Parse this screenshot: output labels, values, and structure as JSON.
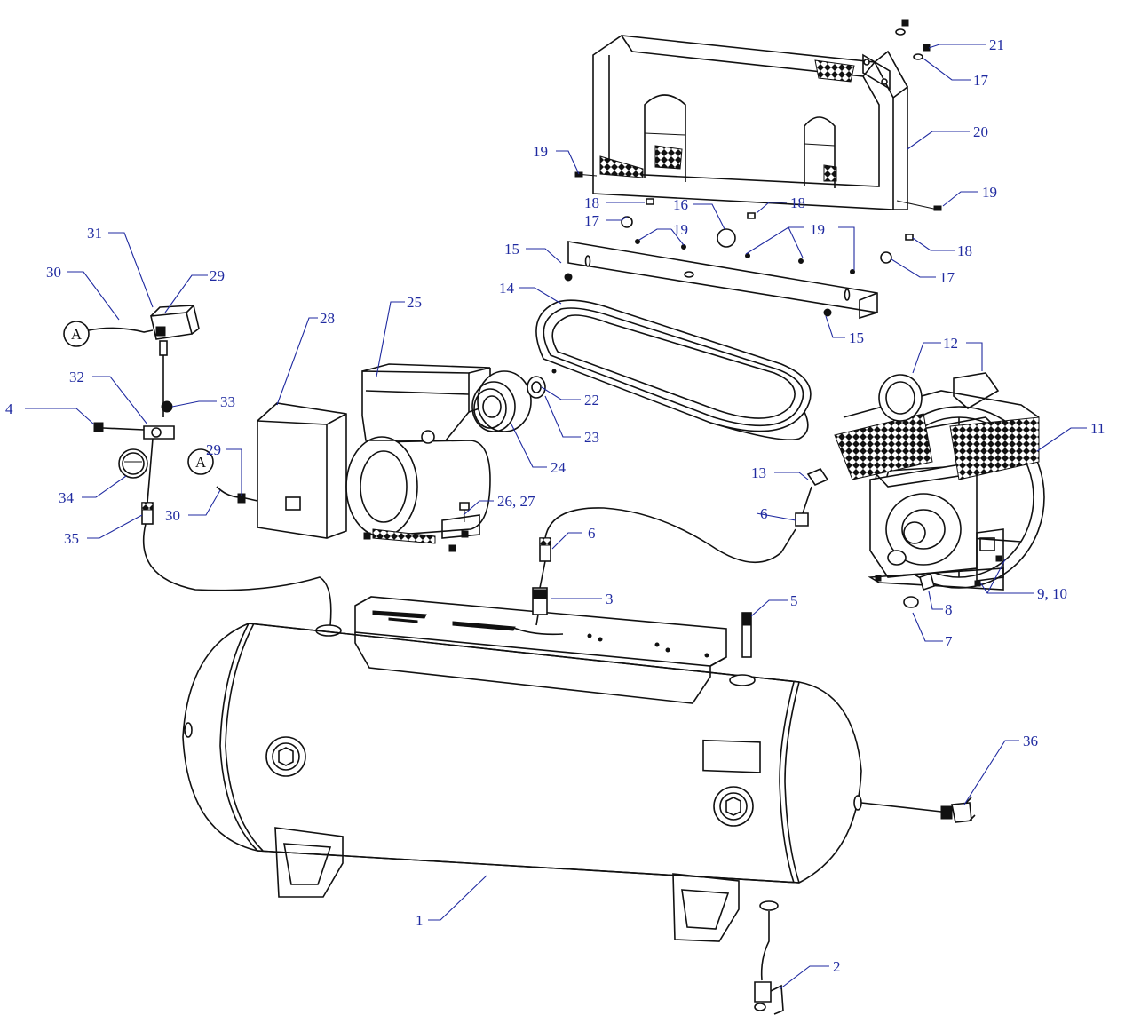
{
  "diagram": {
    "reference_marker": "A",
    "callouts": [
      {
        "id": "c1",
        "label": "1"
      },
      {
        "id": "c2",
        "label": "2"
      },
      {
        "id": "c3",
        "label": "3"
      },
      {
        "id": "c4",
        "label": "4"
      },
      {
        "id": "c5",
        "label": "5"
      },
      {
        "id": "c6a",
        "label": "6"
      },
      {
        "id": "c6b",
        "label": "6"
      },
      {
        "id": "c7",
        "label": "7"
      },
      {
        "id": "c8",
        "label": "8"
      },
      {
        "id": "c910",
        "label": "9, 10"
      },
      {
        "id": "c11",
        "label": "11"
      },
      {
        "id": "c12",
        "label": "12"
      },
      {
        "id": "c13",
        "label": "13"
      },
      {
        "id": "c14",
        "label": "14"
      },
      {
        "id": "c15a",
        "label": "15"
      },
      {
        "id": "c15b",
        "label": "15"
      },
      {
        "id": "c16",
        "label": "16"
      },
      {
        "id": "c17a",
        "label": "17"
      },
      {
        "id": "c17b",
        "label": "17"
      },
      {
        "id": "c17c",
        "label": "17"
      },
      {
        "id": "c18a",
        "label": "18"
      },
      {
        "id": "c18b",
        "label": "18"
      },
      {
        "id": "c18c",
        "label": "18"
      },
      {
        "id": "c19a",
        "label": "19"
      },
      {
        "id": "c19b",
        "label": "19"
      },
      {
        "id": "c19c",
        "label": "19"
      },
      {
        "id": "c19d",
        "label": "19"
      },
      {
        "id": "c20",
        "label": "20"
      },
      {
        "id": "c21",
        "label": "21"
      },
      {
        "id": "c22",
        "label": "22"
      },
      {
        "id": "c23",
        "label": "23"
      },
      {
        "id": "c24",
        "label": "24"
      },
      {
        "id": "c25",
        "label": "25"
      },
      {
        "id": "c2627",
        "label": "26, 27"
      },
      {
        "id": "c28",
        "label": "28"
      },
      {
        "id": "c29a",
        "label": "29"
      },
      {
        "id": "c29b",
        "label": "29"
      },
      {
        "id": "c30a",
        "label": "30"
      },
      {
        "id": "c30b",
        "label": "30"
      },
      {
        "id": "c31",
        "label": "31"
      },
      {
        "id": "c32",
        "label": "32"
      },
      {
        "id": "c33",
        "label": "33"
      },
      {
        "id": "c34",
        "label": "34"
      },
      {
        "id": "c35",
        "label": "35"
      },
      {
        "id": "c36",
        "label": "36"
      }
    ]
  },
  "colors": {
    "callout": "#1f2aa0",
    "line": "#111111",
    "background": "#ffffff"
  }
}
